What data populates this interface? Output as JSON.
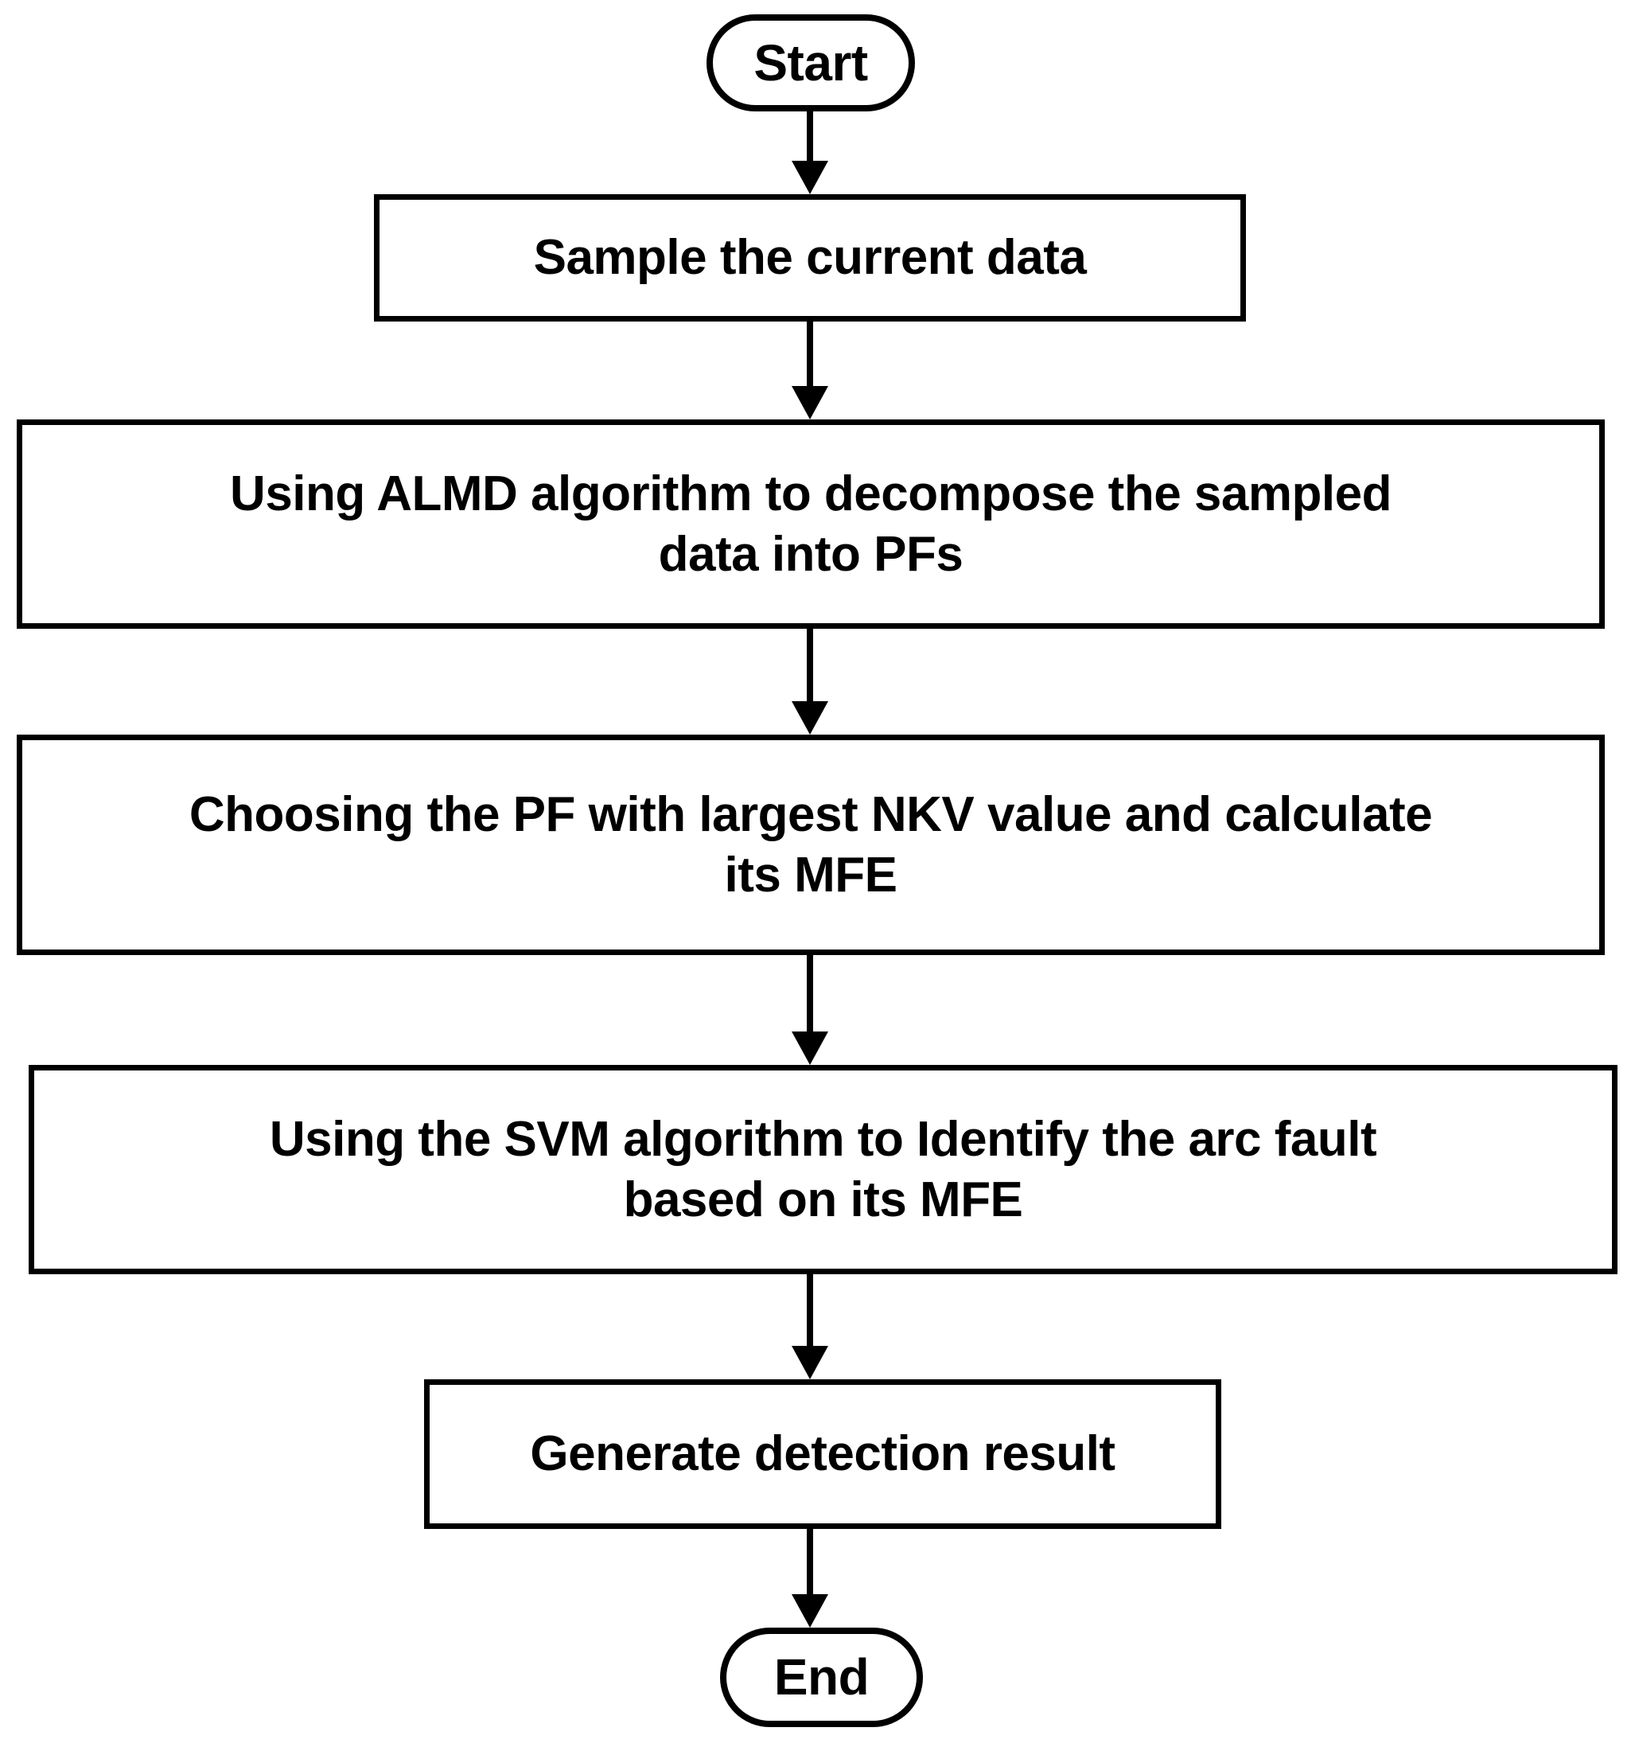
{
  "diagram": {
    "type": "flowchart",
    "orientation": "top-to-bottom",
    "colors": {
      "stroke": "#000000",
      "fill": "#ffffff",
      "text": "#000000"
    },
    "nodes": [
      {
        "id": "start",
        "shape": "terminator",
        "label": "Start"
      },
      {
        "id": "step-1",
        "shape": "process",
        "label": "Sample the current data"
      },
      {
        "id": "step-2",
        "shape": "process",
        "label": "Using ALMD algorithm to decompose the sampled\ndata into PFs"
      },
      {
        "id": "step-3",
        "shape": "process",
        "label": "Choosing the PF with largest NKV value and calculate\nits MFE"
      },
      {
        "id": "step-4",
        "shape": "process",
        "label": "Using the SVM algorithm to Identify the arc fault\nbased on its MFE"
      },
      {
        "id": "step-5",
        "shape": "process",
        "label": "Generate detection result"
      },
      {
        "id": "end",
        "shape": "terminator",
        "label": "End"
      }
    ],
    "edges": [
      {
        "from": "start",
        "to": "step-1",
        "style": "solid-arrow"
      },
      {
        "from": "step-1",
        "to": "step-2",
        "style": "solid-arrow"
      },
      {
        "from": "step-2",
        "to": "step-3",
        "style": "solid-arrow"
      },
      {
        "from": "step-3",
        "to": "step-4",
        "style": "solid-arrow"
      },
      {
        "from": "step-4",
        "to": "step-5",
        "style": "solid-arrow"
      },
      {
        "from": "step-5",
        "to": "end",
        "style": "solid-arrow"
      }
    ]
  }
}
